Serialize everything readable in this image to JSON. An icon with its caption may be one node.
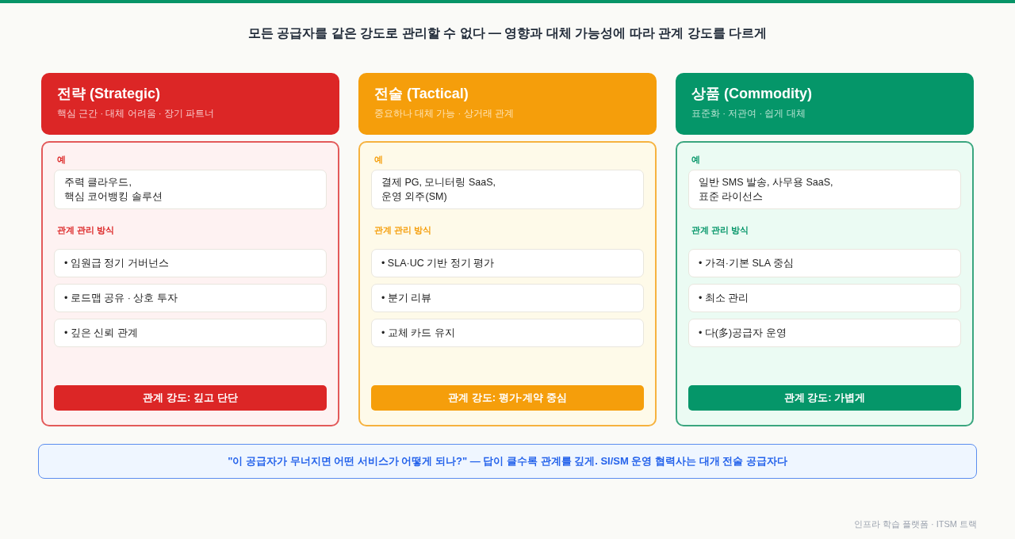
{
  "diagram": {
    "title": "모든 공급자를 같은 강도로 관리할 수 없다 — 영향과 대체 가능성에 따라 관계 강도를 다르게",
    "nodes": [
      {
        "text": [
          "전략 (Strategic)",
          "핵심 근간 · 대체 어려움 · 장기 파트너"
        ]
      },
      {
        "text": [
          "예",
          "관계 관리 방식"
        ]
      },
      {
        "text": [
          "주력 클라우드, 핵심 코어뱅킹 솔루션"
        ],
        "in": 1
      },
      {
        "text": [
          "• 임원급 정기 거버넌스"
        ],
        "in": 1
      },
      {
        "text": [
          "• 로드맵 공유 · 상호 투자"
        ],
        "in": 1
      },
      {
        "text": [
          "• 깊은 신뢰 관계"
        ],
        "in": 1
      },
      {
        "text": [
          "관계 강도: 깊고 단단"
        ],
        "in": 1
      },
      {
        "text": [
          "전술 (Tactical)",
          "중요하나 대체 가능 · 상거래 관계"
        ]
      },
      {
        "text": [
          "예",
          "관계 관리 방식"
        ]
      },
      {
        "text": [
          "결제 PG, 모니터링 SaaS, 운영 외주(SM)"
        ],
        "in": 8
      },
      {
        "text": [
          "• SLA·UC 기반 정기 평가"
        ],
        "in": 8
      },
      {
        "text": [
          "• 분기 리뷰"
        ],
        "in": 8
      },
      {
        "text": [
          "• 교체 카드 유지"
        ],
        "in": 8
      },
      {
        "text": [
          "관계 강도: 평가·계약 중심"
        ],
        "in": 8
      },
      {
        "text": [
          "상품 (Commodity)",
          "표준화 · 저관여 · 쉽게 대체"
        ]
      },
      {
        "text": [
          "예",
          "관계 관리 방식"
        ]
      },
      {
        "text": [
          "일반 SMS 발송, 사무용 SaaS, 표준 라이선스"
        ],
        "in": 15
      },
      {
        "text": [
          "• 가격·기본 SLA 중심"
        ],
        "in": 15
      },
      {
        "text": [
          "• 최소 관리"
        ],
        "in": 15
      },
      {
        "text": [
          "• 다(多)공급자 운영"
        ],
        "in": 15
      },
      {
        "text": [
          "관계 강도: 가볍게"
        ],
        "in": 15
      },
      {
        "text": [
          "\"이 공급자가 무너지면 어떤 서비스가 어떻게 되나?\" — 답이 클수록 관계를 깊게. SI/SM 운영 협력사는 대개 전술 공급자다"
        ]
      }
    ],
    "labels": [
      "인프라 학습 플랫폼 · ITSM 트랙"
    ]
  }
}
